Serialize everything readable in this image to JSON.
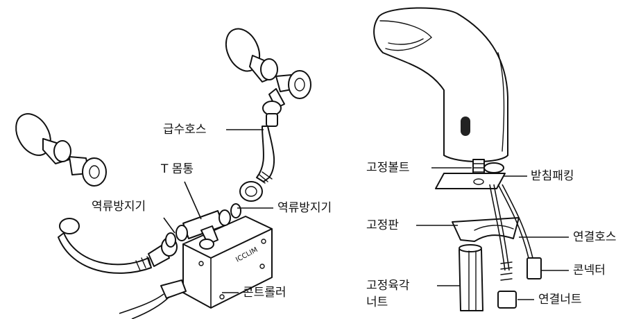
{
  "labels": {
    "supply_hose": "급수호스",
    "t_body": "T 몸통",
    "check_valve_left": "역류방지기",
    "check_valve_right": "역류방지기",
    "controller": "콘트롤러",
    "brand": "ICCLIM",
    "fixing_bolt": "고정볼트",
    "support_packing": "받침패킹",
    "fixing_plate": "고정판",
    "connection_hose": "연결호스",
    "connector": "콘넥터",
    "hex_nut_line1": "고정육각",
    "hex_nut_line2": "너트",
    "connection_nut": "연결너트"
  }
}
